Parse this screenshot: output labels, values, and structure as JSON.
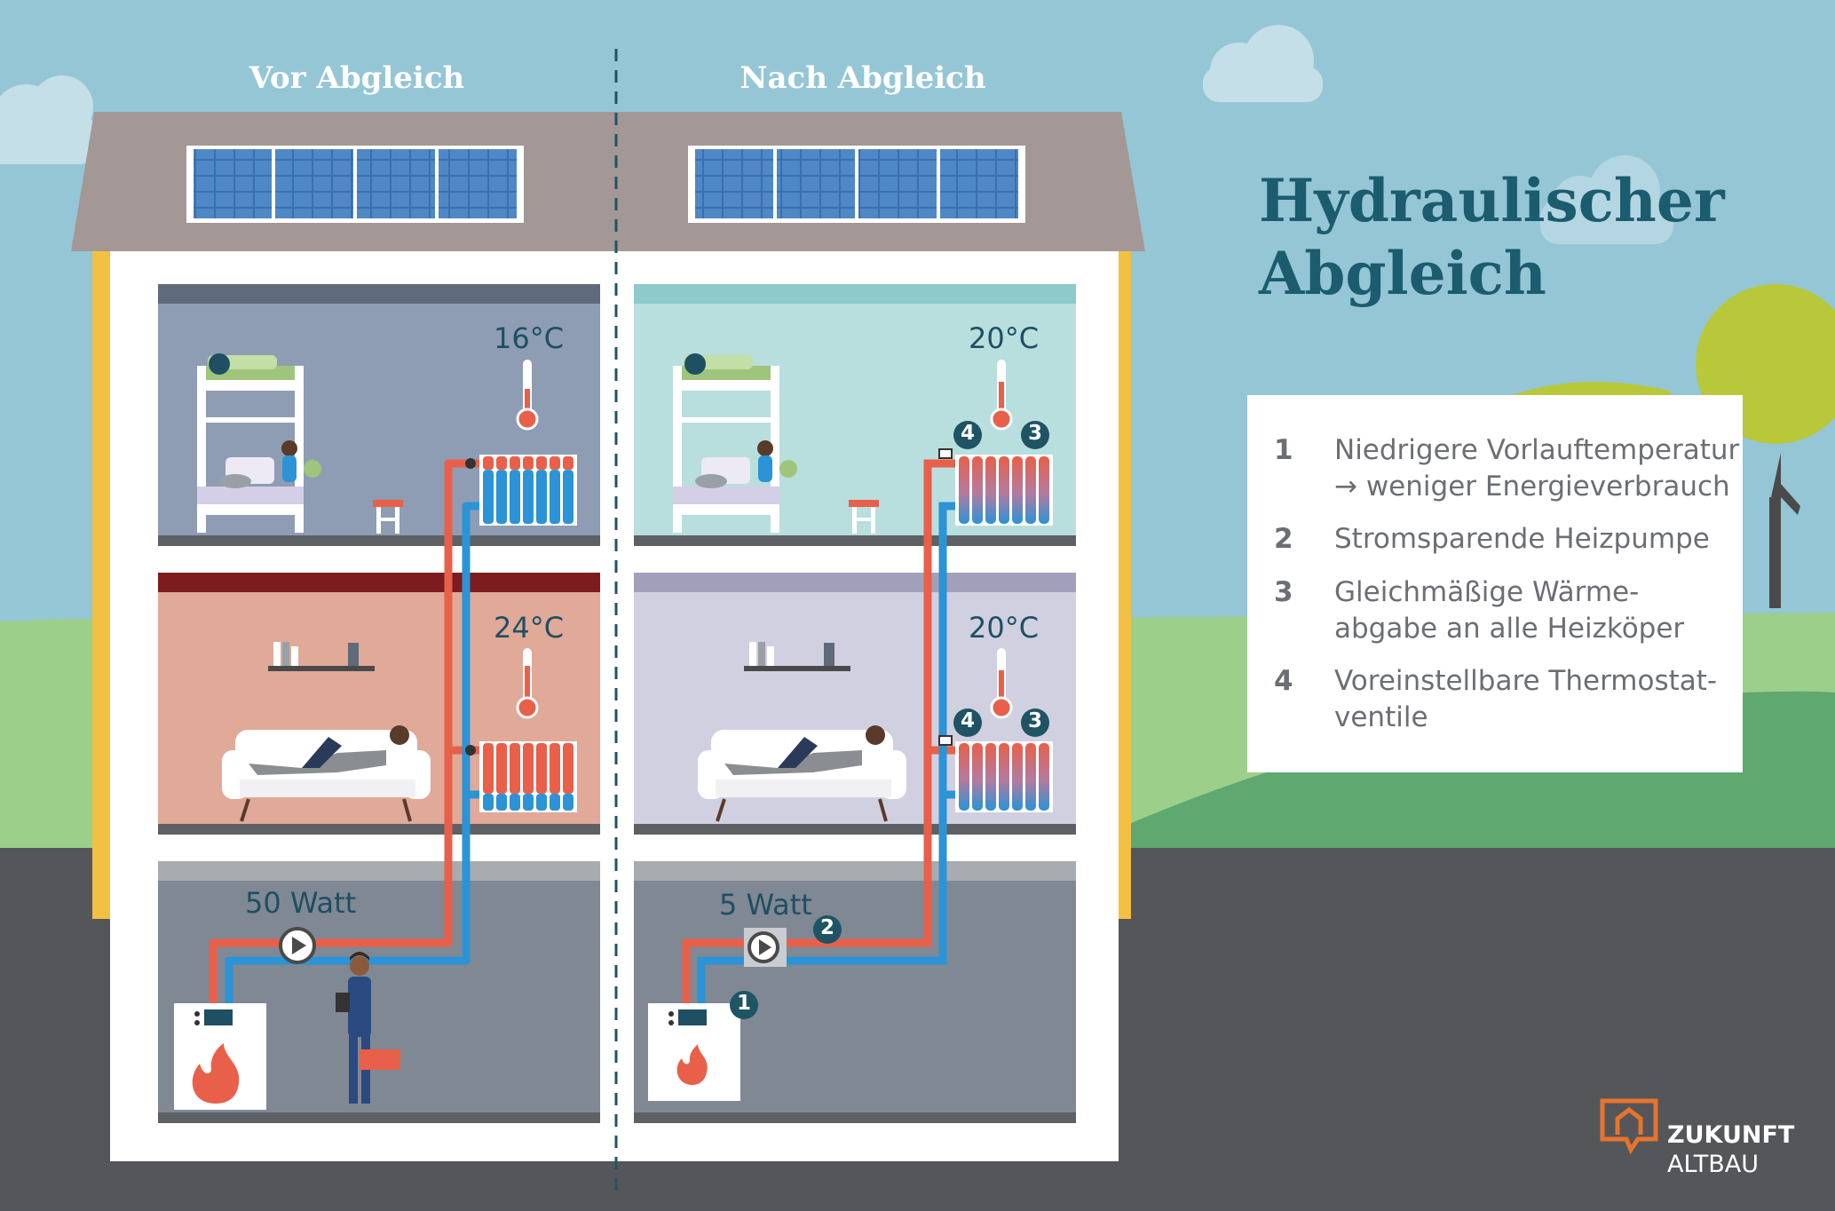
{
  "panels": {
    "before_title": "Vor Abgleich",
    "after_title": "Nach Abgleich"
  },
  "title": {
    "line1": "Hydraulischer",
    "line2": "Abgleich"
  },
  "before": {
    "top_temp": "16°C",
    "mid_temp": "24°C",
    "pump_power": "50 Watt"
  },
  "after": {
    "top_temp": "20°C",
    "mid_temp": "20°C",
    "pump_power": "5 Watt",
    "markers": [
      "1",
      "2",
      "3",
      "4"
    ]
  },
  "legend": [
    {
      "num": "1",
      "text": "Niedrigere Vorlauftemperatur\n→ weniger Energieverbrauch"
    },
    {
      "num": "2",
      "text": "Stromsparende Heizpumpe"
    },
    {
      "num": "3",
      "text": "Gleichmäßige Wärme-\nabgabe an alle Heizköper"
    },
    {
      "num": "4",
      "text": "Voreinstellbare Thermostat-\nventile"
    }
  ],
  "logo": {
    "line1": "ZUKUNFT",
    "line2": "ALTBAU"
  },
  "colors": {
    "sky": "#95c6d6",
    "title": "#1b5c6e",
    "hot_pipe": "#e8604a",
    "cold_pipe": "#2b93d6",
    "marker": "#1e5464",
    "logo_orange": "#e8732c"
  }
}
